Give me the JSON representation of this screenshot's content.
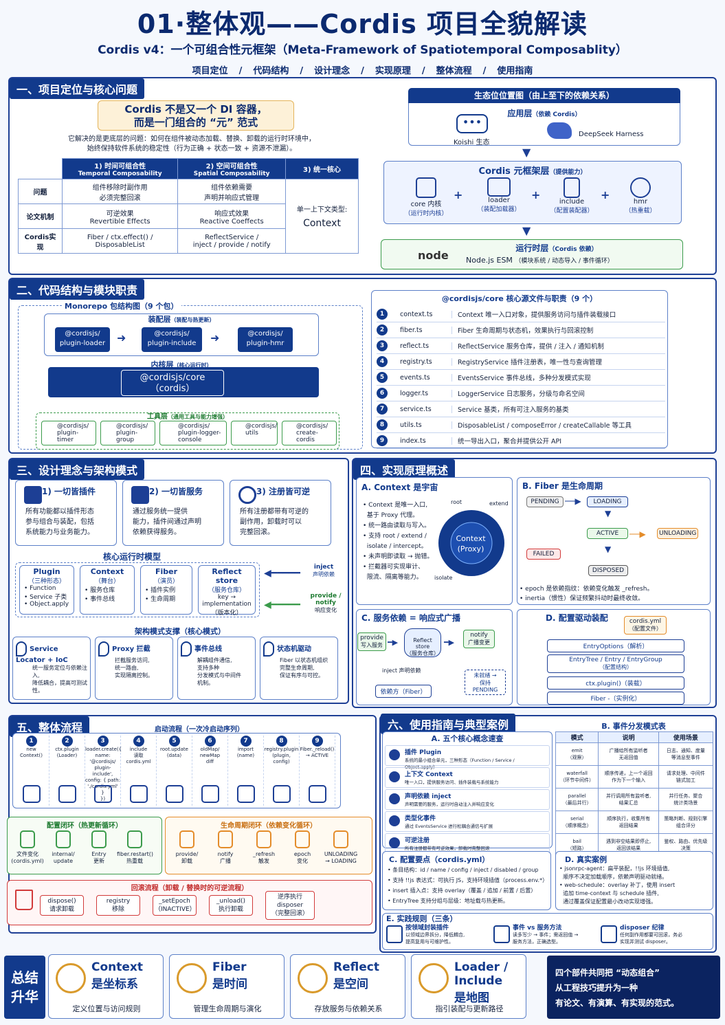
{
  "header": {
    "title": "01·整体观——Cordis 项目全貌解读",
    "subtitle": "Cordis v4：一个可组合性元框架（Meta-Framework of Spatiotemporal Composablity）",
    "nav": [
      "项目定位",
      "/",
      "代码结构",
      "/",
      "设计理念",
      "/",
      "实现原理",
      "/",
      "整体流程",
      "/",
      "使用指南"
    ]
  },
  "s1": {
    "title": "一、项目定位与核心问题",
    "callout": [
      "Cordis 不是又一个 DI 容器，",
      "而是一门组合的 “元” 范式"
    ],
    "desc": [
      "它解决的是更底层的问题：如何在组件被动态加载、替换、卸载的运行时环境中，",
      "始终保持软件系统的稳定性（行为正确 + 状态一致 + 资源不泄漏）。"
    ],
    "th": [
      "1) 时间可组合性",
      "Temporal Composability",
      "2) 空间可组合性",
      "Spatial Composability",
      "3) 统一核心"
    ],
    "rows": [
      {
        "h": "问题",
        "a": [
          "组件移除时副作用",
          "必须完整回滚"
        ],
        "b": [
          "组件依赖需要",
          "声明并响应式管理"
        ]
      },
      {
        "h": "论文机制",
        "a": [
          "可逆效果",
          "Revertible Effects"
        ],
        "b": [
          "响应式效果",
          "Reactive Coeffects"
        ]
      },
      {
        "h": "Cordis实现",
        "a": [
          "Fiber / ctx.effect() /",
          "DisposableList"
        ],
        "b": [
          "ReflectService /",
          "inject / provide / notify"
        ]
      }
    ],
    "core": [
      "单一上下文类型:",
      "Context"
    ],
    "eco": {
      "title": "生态位位置图（由上至下的依赖关系）",
      "app": "应用层",
      "app_sub": "（依赖 Cordis）",
      "koishi": "Koishi 生态",
      "deepseek": "DeepSeek Harness",
      "meta": "Cordis 元框架层",
      "meta_sub": "（提供能力）",
      "items": [
        {
          "n": "core 内核",
          "s": "（运行时内核）"
        },
        {
          "n": "loader",
          "s": "（装配加载器）"
        },
        {
          "n": "include",
          "s": "（配置装配器）"
        },
        {
          "n": "hmr",
          "s": "（热重载）"
        }
      ],
      "plus": "+",
      "rt": "运行时层",
      "rt_sub": "（Cordis 依赖）",
      "node": "node",
      "node_desc": "Node.js ESM",
      "node_sub": "（模块系统 / 动态导入 / 事件循环）"
    }
  },
  "s2": {
    "title": "二、代码结构与模块职责",
    "mono": "Monorepo 包结构图（9 个包）",
    "asm": "装配层",
    "asm_sub": "（装配与热更新）",
    "pk": [
      "@cordisjs/\nplugin-loader",
      "@cordisjs/\nplugin-include",
      "@cordisjs/\nplugin-hmr"
    ],
    "kernel": "内核层",
    "kernel_sub": "（核心运行时）",
    "core1": "@cordisjs/core",
    "core2": "（cordis）",
    "tools": "工具层",
    "tools_sub": "（通用工具与能力增强）",
    "tl": [
      "@cordisjs/\nplugin-timer",
      "@cordisjs/\nplugin-group",
      "@cordisjs/\nplugin-logger-\nconsole",
      "@cordisjs/\nutils",
      "@cordisjs/\ncreate-cordis"
    ],
    "files_title": "@cordisjs/core 核心源文件与职责（9 个）",
    "files": [
      {
        "n": "1",
        "f": "context.ts",
        "d": "Context 唯一入口对象，提供服务访问与插件装载接口"
      },
      {
        "n": "2",
        "f": "fiber.ts",
        "d": "Fiber 生命周期与状态机，效果执行与回滚控制"
      },
      {
        "n": "3",
        "f": "reflect.ts",
        "d": "ReflectService 服务仓库，提供 / 注入 / 通知机制"
      },
      {
        "n": "4",
        "f": "registry.ts",
        "d": "RegistryService 插件注册表，唯一性与查询管理"
      },
      {
        "n": "5",
        "f": "events.ts",
        "d": "EventsService 事件总线，多种分发模式实现"
      },
      {
        "n": "6",
        "f": "logger.ts",
        "d": "LoggerService 日志服务，分级与命名空间"
      },
      {
        "n": "7",
        "f": "service.ts",
        "d": "Service 基类，所有可注入服务的基类"
      },
      {
        "n": "8",
        "f": "utils.ts",
        "d": "DisposableList / composeError / createCallable 等工具"
      },
      {
        "n": "9",
        "f": "index.ts",
        "d": "统一导出入口，聚合并提供公开 API"
      }
    ]
  },
  "s3": {
    "title": "三、设计理念与架构模式",
    "p": [
      {
        "t": "1) 一切皆插件",
        "d": [
          "所有功能都以插件形态",
          "参与组合与装配，包括",
          "系统能力与业务能力。"
        ]
      },
      {
        "t": "2) 一切皆服务",
        "d": [
          "通过服务统一提供",
          "能力，插件间通过声明",
          "依赖获得服务。"
        ]
      },
      {
        "t": "3) 注册皆可逆",
        "d": [
          "所有注册都带有可逆的",
          "副作用，卸载时可以",
          "完整回滚。"
        ]
      }
    ],
    "model": "核心运行时模型",
    "m": [
      {
        "t": "Plugin",
        "s": "（三种形态）",
        "l": [
          "• Function",
          "• Service 子类",
          "• Object.apply"
        ]
      },
      {
        "t": "Context",
        "s": "（舞台）",
        "l": [
          "• 服务仓库",
          "• 事件总线"
        ]
      },
      {
        "t": "Fiber",
        "s": "（演员）",
        "l": [
          "• 插件实例",
          "• 生命周期"
        ]
      },
      {
        "t": "Reflect store",
        "s": "（服务仓库）",
        "l": [
          "key →",
          "implementation",
          "（版本化）"
        ]
      }
    ],
    "inject": "inject",
    "inject_sub": "声明依赖",
    "provide": "provide /",
    "notify": "notify",
    "provide_sub": "响应变化",
    "pat": "架构模式支撑（核心模式）",
    "pt": [
      {
        "t": "Service Locator + IoC",
        "d": [
          "统一服务定位与依赖注入,",
          "降低耦合，提高可测试性。"
        ]
      },
      {
        "t": "Proxy 拦截",
        "d": [
          "拦截服务访问,",
          "统一路由,",
          "实现隔离控制。"
        ]
      },
      {
        "t": "事件总线",
        "d": [
          "解耦组件通信,",
          "支持多种",
          "分发模式与中间件",
          "机制。"
        ]
      },
      {
        "t": "状态机驱动",
        "d": [
          "Fiber 以状态机组织",
          "完整生命周期,",
          "保证有序与可控。"
        ]
      }
    ]
  },
  "s4": {
    "title": "四、实现原理概述",
    "a_t": "A. Context 是宇宙",
    "a_l": [
      "• Context 是唯一入口,",
      "  基于 Proxy 代理。",
      "• 统一路由读取与写入。",
      "• 支持 root / extend /",
      "  isolate / intercept。",
      "• 未声明即读取 → 抛错。",
      "• 拦截器可实现审计、",
      "  限流、隔离等能力。"
    ],
    "root": "root",
    "extend": "extend",
    "isolate": "isolate",
    "ctx": "Context",
    "proxy": "(Proxy)",
    "b_t": "B. Fiber 是生命周期",
    "states": {
      "pending": "PENDING",
      "loading": "LOADING",
      "active": "ACTIVE",
      "unloading": "UNLOADING",
      "failed": "FAILED",
      "disposed": "DISPOSED"
    },
    "b_l": [
      "• epoch 是依赖指纹：依赖变化触发 _refresh。",
      "• inertia（惯性）保证频繁抖动时最终收敛。"
    ],
    "c_t": "C. 服务依赖 = 响应式广播",
    "provide": "provide",
    "provide_sub": "写入服务",
    "store": "Reflect store",
    "store_sub": "（服务仓库）",
    "notify": "notify",
    "notify_sub": "广播变更",
    "inj": "inject 声明依赖",
    "dep": "依赖方（Fiber）",
    "ready": [
      "未就绪 →",
      "保持",
      "PENDING"
    ],
    "d_t": "D. 配置驱动装配",
    "yml": "cordis.yml",
    "yml_sub": "（配置文件）",
    "steps": [
      "EntryOptions（解析）",
      "EntryTree / Entry / EntryGroup",
      "（配置结构）",
      "ctx.plugin()（装载）",
      "Fiber -（实例化）"
    ]
  },
  "s5": {
    "title": "五、整体流程",
    "boot": "启动流程（一次冷启动序列）",
    "steps": [
      {
        "n": "1",
        "t": [
          "new",
          "Context()"
        ]
      },
      {
        "n": "2",
        "t": [
          "ctx.plugin",
          "(Loader)"
        ]
      },
      {
        "n": "3",
        "t": [
          "loader.create({",
          "name: '@cordisjs/",
          "plugin-include',",
          "config: { path:",
          "'./cordis.yml' }",
          "})"
        ]
      },
      {
        "n": "4",
        "t": [
          "include",
          "读取",
          "cordis.yml"
        ]
      },
      {
        "n": "5",
        "t": [
          "root.update",
          "(data)"
        ]
      },
      {
        "n": "6",
        "t": [
          "oldMap/",
          "newMap",
          "diff"
        ]
      },
      {
        "n": "7",
        "t": [
          "import",
          "(name)"
        ]
      },
      {
        "n": "8",
        "t": [
          "registry.plugin",
          "(plugin,",
          "config)"
        ]
      },
      {
        "n": "9",
        "t": [
          "Fiber._reload()",
          "→ ACTIVE"
        ]
      }
    ],
    "loop1": "配置闭环（热更新循环）",
    "l1": [
      [
        "文件变化",
        "(cordis.yml)"
      ],
      [
        "internal/",
        "update"
      ],
      [
        "Entry",
        "更新"
      ],
      [
        "fiber.restart()",
        "热重载"
      ]
    ],
    "loop2": "生命周期闭环（依赖变化循环）",
    "l2": [
      [
        "provide/",
        "卸载"
      ],
      [
        "notify",
        "广播"
      ],
      [
        "_refresh",
        "触发"
      ],
      [
        "epoch",
        "变化"
      ],
      [
        "UNLOADING",
        "→ LOADING"
      ]
    ],
    "loop3": "回滚流程（卸载 / 替换时的可逆流程）",
    "l3": [
      [
        "dispose()",
        "请求卸载"
      ],
      [
        "registry",
        "移除"
      ],
      [
        "_setEpoch",
        "（INACTIVE）"
      ],
      [
        "_unload()",
        "执行卸载"
      ],
      [
        "逆序执行",
        "disposer",
        "（完整回滚）"
      ]
    ]
  },
  "s6": {
    "title": "六、使用指南与典型案例",
    "a_t": "A. 五个核心概念速查",
    "a": [
      {
        "t": "插件 Plugin",
        "d": "系统的最小组合单元，三种形态（Function / Service / Object.apply）"
      },
      {
        "t": "上下文 Context",
        "d": "唯一入口，提供服务访问、插件装载与系统能力"
      },
      {
        "t": "声明依赖 inject",
        "d": "声明需要的服务，运行时自动注入并响应变化"
      },
      {
        "t": "类型化事件",
        "d": "通过 EventsService 进行松耦合通信与扩展"
      },
      {
        "t": "可逆注册",
        "d": "所有注册都带有可逆效果，卸载时完整回滚"
      }
    ],
    "b_t": "B. 事件分发模式表",
    "bh": [
      "模式",
      "说明",
      "使用场景"
    ],
    "br": [
      [
        "emit",
        "（观察）",
        "广播给所有监听者",
        "无返回值",
        "日志、通知、度量",
        "等消息型事件"
      ],
      [
        "waterfall",
        "（环节中间件）",
        "顺序传递，上一个返回",
        "作为下一个输入",
        "请求处理、中间件",
        "链式加工"
      ],
      [
        "parallel",
        "（最后并行）",
        "并行调用所有监听者,",
        "结果汇总",
        "并行任务、聚合",
        "统计类场景"
      ],
      [
        "serial",
        "（顺序概念）",
        "顺序执行，收集所有",
        "返回结果",
        "策略判断、规则引擎",
        "组合评分"
      ],
      [
        "bail",
        "（短路）",
        "遇到非空结果即停止,",
        "返回该结果",
        "鉴权、路由、优先级",
        "决策"
      ]
    ],
    "c_t": "C. 配置要点（cordis.yml）",
    "c": [
      "• 条目结构：id / name / config / inject / disabled / group",
      "• 支持 !!js 表达式：可执行 JS，支持环境插值（process.env.*）",
      "• insert 插入点：支持 overlay（覆盖 / 追加 / 前置 / 后置）",
      "• EntryTree 支持分组与层级：地址载与热更新。"
    ],
    "d_t": "D. 真实案例",
    "d": [
      "• jsonrpc-agent：扁平装配，!!js 环境插值,",
      "  顺序不决定加载顺序，依赖声明驱动就绪。",
      "• web-schedule：overlay 补丁，使用 insert",
      "  追加 time-context 与 schedule 插件,",
      "  通过覆盖保证配置最小改动实现增强。"
    ],
    "e_t": "E. 实践规则（三条）",
    "e": [
      {
        "t": "按领域封装插件",
        "d": [
          "以领域边界拆分，降低耦合,",
          "提高复用与可维护性。"
        ]
      },
      {
        "t": "事件 vs 服务方法",
        "d": [
          "读多写少 → 事件；需返回值 →",
          "服务方法，正确选型。"
        ]
      },
      {
        "t": "disposer 纪律",
        "d": [
          "任何副作用都要可回滚，务必",
          "实现并测试 disposer。"
        ]
      }
    ]
  },
  "footer": {
    "label": [
      "总结",
      "升华"
    ],
    "items": [
      {
        "t": "Context",
        "s": "是坐标系",
        "d": "定义位置与访问规则"
      },
      {
        "t": "Fiber",
        "s": "是时间",
        "d": "管理生命周期与演化"
      },
      {
        "t": "Reflect",
        "s": "是空间",
        "d": "存放服务与依赖关系"
      },
      {
        "t": "Loader / Include",
        "s": "是地图",
        "d": "指引装配与更新路径"
      }
    ],
    "final": [
      "四个部件共同把 “动态组合”",
      "从工程技巧提升为一种",
      "有论文、有演算、有实现的范式。"
    ]
  },
  "colors": {
    "primary": "#123a8c",
    "green": "#3b9b4b",
    "orange": "#e48c2a",
    "red": "#d23a3a"
  }
}
